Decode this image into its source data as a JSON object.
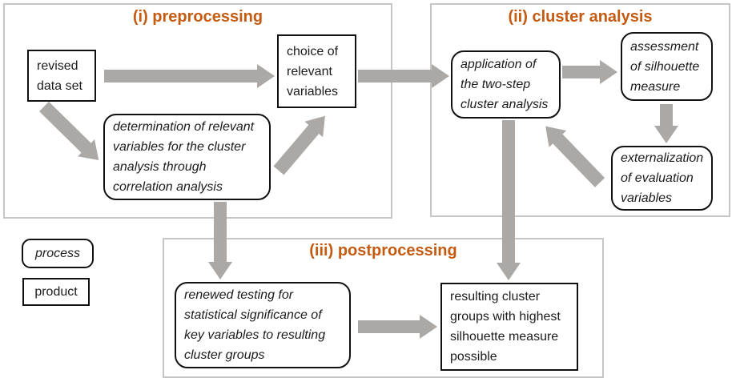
{
  "diagram": {
    "panels": [
      {
        "key": "preprocessing",
        "title": "(i) preprocessing"
      },
      {
        "key": "cluster_analysis",
        "title": "(ii) cluster analysis"
      },
      {
        "key": "postprocessing",
        "title": "(iii) postprocessing"
      }
    ],
    "nodes": {
      "revised_data_set": {
        "label": "revised\ndata set",
        "kind": "product"
      },
      "determination": {
        "label": "determination of relevant\nvariables for the cluster\nanalysis through\ncorrelation analysis",
        "kind": "process"
      },
      "choice": {
        "label": "choice of\nrelevant\nvariables",
        "kind": "product"
      },
      "application": {
        "label": "application of\nthe two-step\ncluster analysis",
        "kind": "process"
      },
      "assessment": {
        "label": "assessment\nof silhouette\nmeasure",
        "kind": "process"
      },
      "externalization": {
        "label": "externalization\nof evaluation\nvariables",
        "kind": "process"
      },
      "renewed_testing": {
        "label": "renewed testing for\nstatistical significance of\nkey variables to resulting\ncluster groups",
        "kind": "process"
      },
      "resulting_groups": {
        "label": "resulting cluster\ngroups with highest\nsilhouette measure\npossible",
        "kind": "product"
      }
    },
    "legend": {
      "process": "process",
      "product": "product"
    },
    "connections": [
      {
        "from": "revised_data_set",
        "to": "choice"
      },
      {
        "from": "revised_data_set",
        "to": "determination"
      },
      {
        "from": "determination",
        "to": "choice"
      },
      {
        "from": "choice",
        "to": "application"
      },
      {
        "from": "application",
        "to": "assessment"
      },
      {
        "from": "assessment",
        "to": "externalization"
      },
      {
        "from": "externalization",
        "to": "application"
      },
      {
        "from": "determination",
        "to": "renewed_testing"
      },
      {
        "from": "application",
        "to": "resulting_groups"
      },
      {
        "from": "renewed_testing",
        "to": "resulting_groups"
      }
    ],
    "colors": {
      "accent": "#C55A11",
      "arrow": "#ACA8A5",
      "panel_border": "#C6C6C6",
      "box_border": "#111111",
      "text": "#1C1C1C",
      "background": "#FFFFFF"
    }
  }
}
